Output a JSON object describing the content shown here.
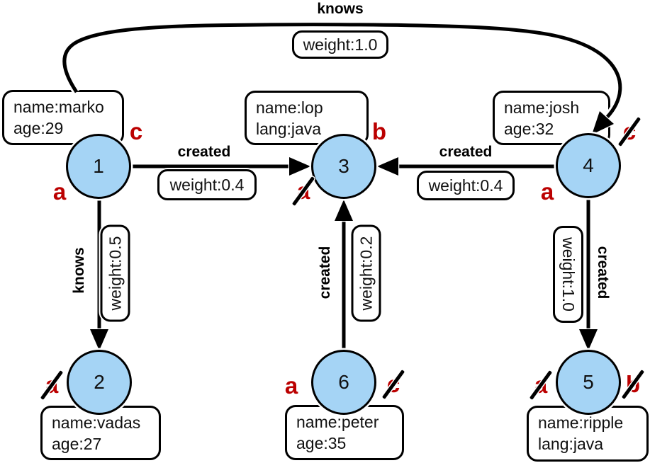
{
  "colors": {
    "background": "#FFFFFF",
    "node_fill": "#A5D4F5",
    "node_stroke": "#000000",
    "edge_color": "#000000",
    "step_label_red": "#BB0000",
    "box_background": "#FFFFFF"
  },
  "nodes": [
    {
      "id": "1"
    },
    {
      "id": "2"
    },
    {
      "id": "3"
    },
    {
      "id": "4"
    },
    {
      "id": "5"
    },
    {
      "id": "6"
    }
  ],
  "property_boxes": [
    {
      "node": "1",
      "line1": "name:marko",
      "line2": "age:29"
    },
    {
      "node": "3",
      "line1": "name:lop",
      "line2": "lang:java"
    },
    {
      "node": "4",
      "line1": "name:josh",
      "line2": "age:32"
    },
    {
      "node": "2",
      "line1": "name:vadas",
      "line2": "age:27"
    },
    {
      "node": "6",
      "line1": "name:peter",
      "line2": "age:35"
    },
    {
      "node": "5",
      "line1": "name:ripple",
      "line2": "lang:java"
    }
  ],
  "edges": [
    {
      "from": "1",
      "to": "4",
      "label": "knows",
      "weight": "weight:1.0"
    },
    {
      "from": "1",
      "to": "3",
      "label": "created",
      "weight": "weight:0.4"
    },
    {
      "from": "4",
      "to": "3",
      "label": "created",
      "weight": "weight:0.4"
    },
    {
      "from": "1",
      "to": "2",
      "label": "knows",
      "weight": "weight:0.5"
    },
    {
      "from": "6",
      "to": "3",
      "label": "created",
      "weight": "weight:0.2"
    },
    {
      "from": "4",
      "to": "5",
      "label": "created",
      "weight": "weight:1.0"
    }
  ],
  "step_labels": [
    {
      "node": "1",
      "letter": "c",
      "slashed": false
    },
    {
      "node": "1",
      "letter": "a",
      "slashed": false
    },
    {
      "node": "3",
      "letter": "b",
      "slashed": false
    },
    {
      "node": "3",
      "letter": "a",
      "slashed": true
    },
    {
      "node": "4",
      "letter": "a",
      "slashed": false
    },
    {
      "node": "4",
      "letter": "c",
      "slashed": true
    },
    {
      "node": "2",
      "letter": "a",
      "slashed": true
    },
    {
      "node": "6",
      "letter": "a",
      "slashed": false
    },
    {
      "node": "6",
      "letter": "c",
      "slashed": true
    },
    {
      "node": "5",
      "letter": "a",
      "slashed": true
    },
    {
      "node": "5",
      "letter": "b",
      "slashed": true
    }
  ]
}
